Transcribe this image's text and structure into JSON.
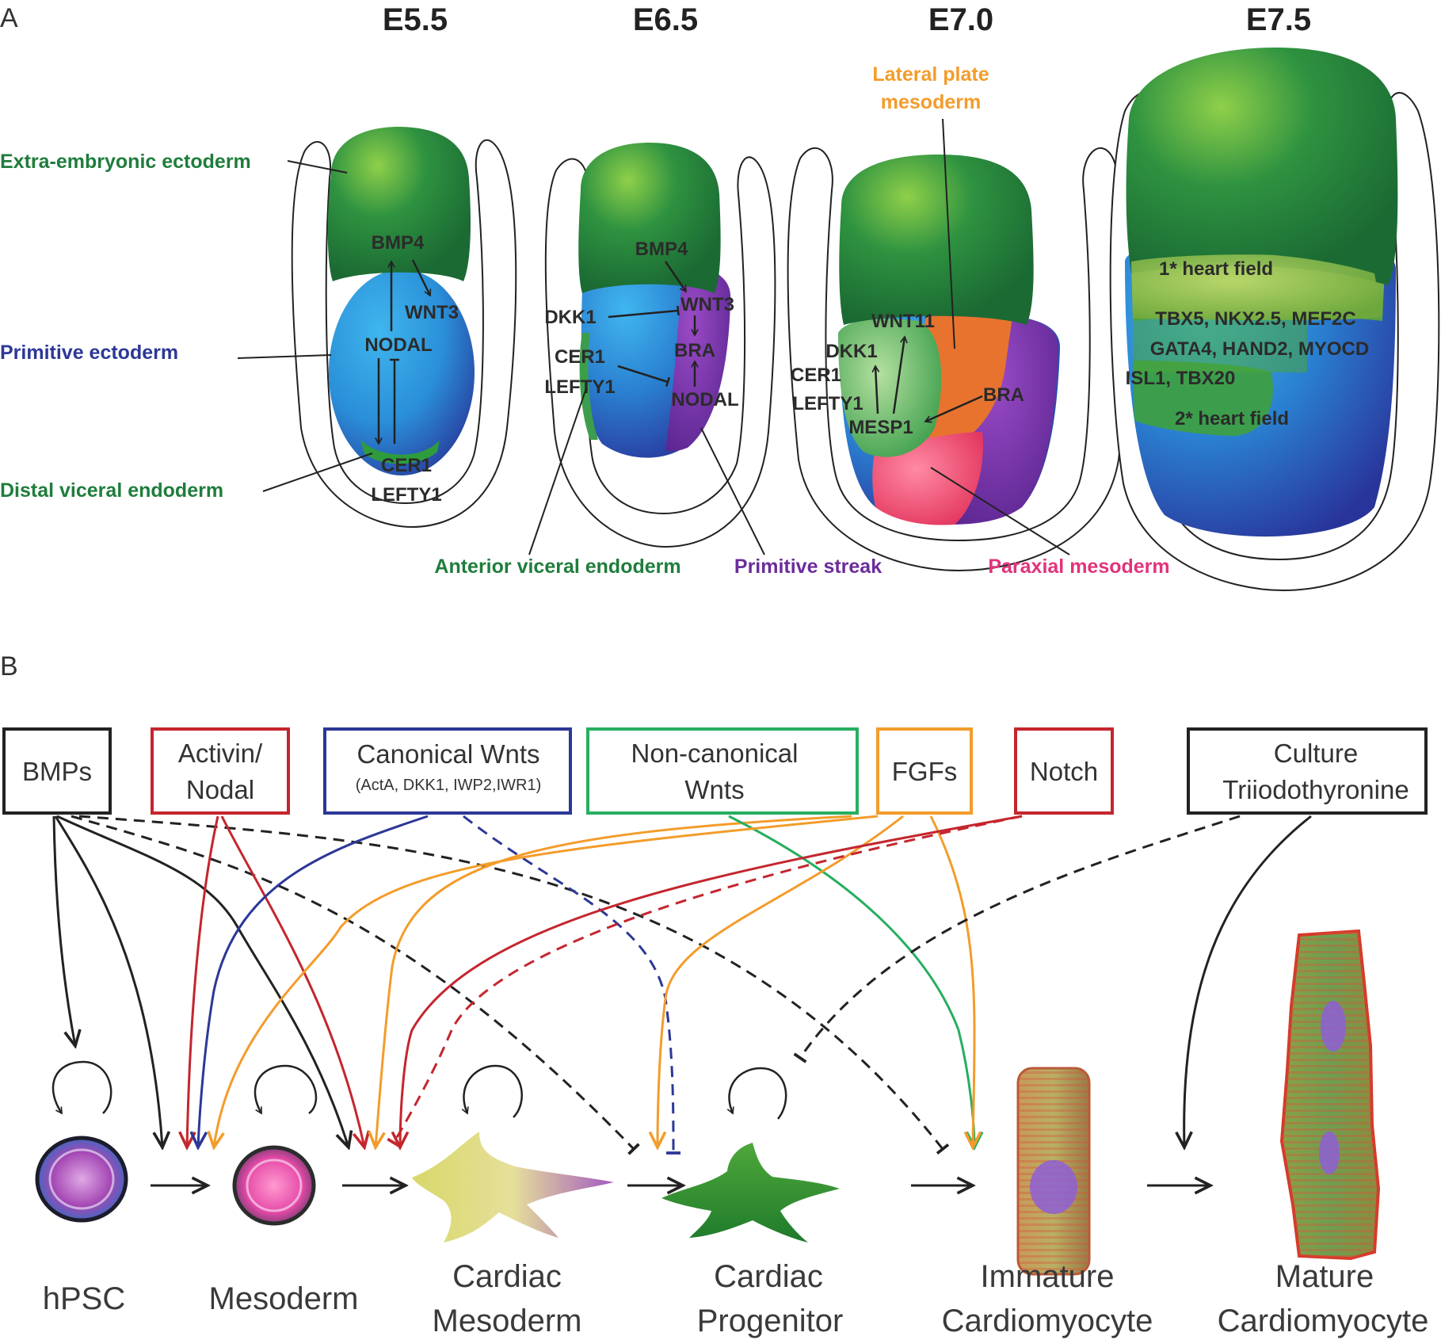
{
  "panels": {
    "a": "A",
    "b": "B"
  },
  "colors": {
    "dark_green": "#1f7d3c",
    "navy": "#2c3896",
    "purple": "#6b2d99",
    "orange": "#f39c2b",
    "pink": "#e2337c",
    "red": "#c4262e",
    "blue": "#2c3896",
    "green": "#27ae60",
    "black": "#222222"
  },
  "panel_a": {
    "stages": [
      "E5.5",
      "E6.5",
      "E7.0",
      "E7.5"
    ],
    "tissue_labels": {
      "extra_embryonic_ectoderm": "Extra-embryonic ectoderm",
      "primitive_ectoderm": "Primitive ectoderm",
      "distal_visceral_endoderm": "Distal viceral endoderm",
      "anterior_visceral_endoderm": "Anterior viceral endoderm",
      "primitive_streak": "Primitive streak",
      "paraxial_mesoderm": "Paraxial mesoderm",
      "lateral_plate_line1": "Lateral plate",
      "lateral_plate_line2": "mesoderm"
    },
    "e55_genes": {
      "bmp4": "BMP4",
      "wnt3": "WNT3",
      "nodal": "NODAL",
      "cer1": "CER1",
      "lefty1": "LEFTY1"
    },
    "e65_genes": {
      "bmp4": "BMP4",
      "dkk1": "DKK1",
      "wnt3": "WNT3",
      "bra": "BRA",
      "cer1": "CER1",
      "lefty1": "LEFTY1",
      "nodal": "NODAL"
    },
    "e70_genes": {
      "wnt11": "WNT11",
      "dkk1": "DKK1",
      "cer1": "CER1",
      "lefty1": "LEFTY1",
      "mesp1": "MESP1",
      "bra": "BRA"
    },
    "e75_labels": {
      "first_heart_field": "1* heart field",
      "gene_line1": "TBX5, NKX2.5, MEF2C",
      "gene_line2": "GATA4, HAND2, MYOCD",
      "gene_line3": "ISL1, TBX20",
      "second_heart_field": "2* heart field"
    }
  },
  "panel_b": {
    "signals": {
      "bmps": "BMPs",
      "activin_line1": "Activin/",
      "activin_line2": "Nodal",
      "canonical_line1": "Canonical Wnts",
      "canonical_line2": "(ActA, DKK1, IWP2,IWR1)",
      "noncanonical_line1": "Non-canonical",
      "noncanonical_line2": "Wnts",
      "fgfs": "FGFs",
      "notch": "Notch",
      "culture_line1": "Culture",
      "culture_line2": "Triiodothyronine"
    },
    "cells": {
      "hpsc": "hPSC",
      "mesoderm": "Mesoderm",
      "cardiac_mesoderm_line1": "Cardiac",
      "cardiac_mesoderm_line2": "Mesoderm",
      "cardiac_progenitor_line1": "Cardiac",
      "cardiac_progenitor_line2": "Progenitor",
      "immature_line1": "Immature",
      "immature_line2": "Cardiomyocyte",
      "mature_line1": "Mature",
      "mature_line2": "Cardiomyocyte"
    }
  }
}
